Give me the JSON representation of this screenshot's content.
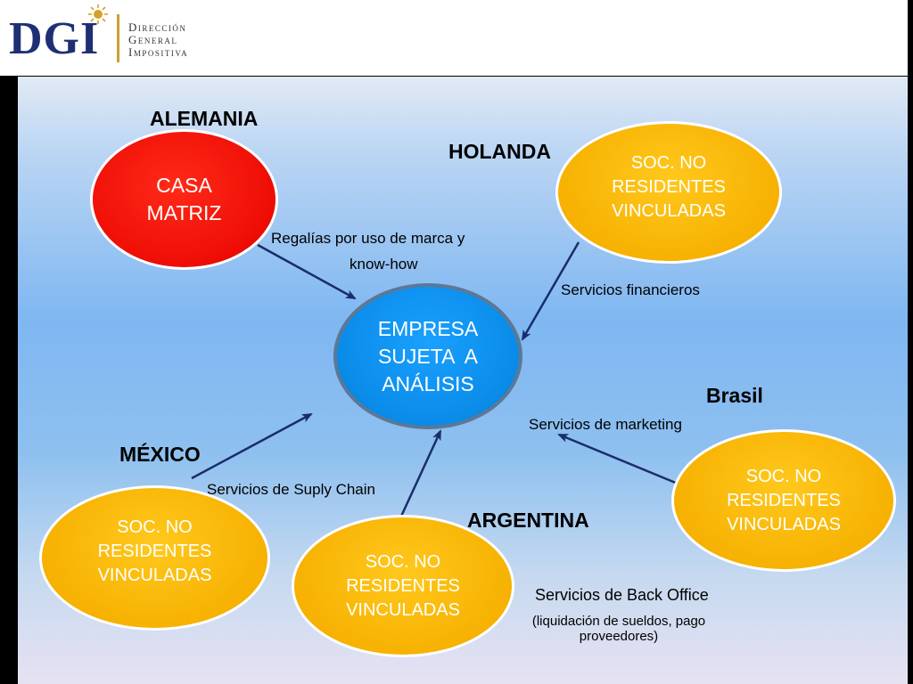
{
  "logo": {
    "mark": "DGI",
    "line1": "Dirección",
    "line2": "General",
    "line3": "Impositiva"
  },
  "countries": {
    "alemania": "ALEMANIA",
    "holanda": "HOLANDA",
    "brasil": "Brasil",
    "mexico": "MÉXICO",
    "argentina": "ARGENTINA"
  },
  "nodes": {
    "casa_matriz": [
      "CASA",
      "MATRIZ"
    ],
    "empresa": [
      "EMPRESA",
      "SUJETA  A",
      "ANÁLISIS"
    ],
    "holanda_soc": [
      "SOC. NO",
      "RESIDENTES",
      "VINCULADAS"
    ],
    "brasil_soc": [
      "SOC. NO",
      "RESIDENTES",
      "VINCULADAS"
    ],
    "mexico_soc": [
      "SOC. NO",
      "RESIDENTES",
      "VINCULADAS"
    ],
    "argentina_soc": [
      "SOC. NO",
      "RESIDENTES",
      "VINCULADAS"
    ]
  },
  "flows": {
    "regalias_1": "Regalías por uso de marca y",
    "regalias_2": "know-how",
    "financieros": "Servicios financieros",
    "marketing": "Servicios de marketing",
    "supply": "Servicios de Suply Chain",
    "backoffice": "Servicios de Back Office",
    "backoffice_detail_1": "(liquidación de sueldos, pago",
    "backoffice_detail_2": "proveedores)"
  },
  "colors": {
    "arrow": "#1a2d6b",
    "yellow_node": "#f6b000",
    "red_node": "#ee0d05",
    "blue_node": "#0a8be8"
  }
}
